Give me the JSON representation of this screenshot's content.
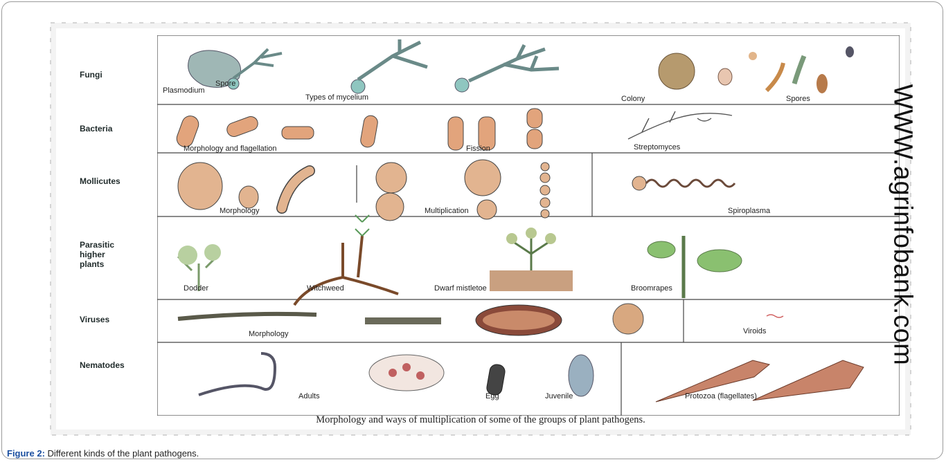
{
  "figure": {
    "label": "Figure 2:",
    "caption": "Different kinds of the plant pathogens."
  },
  "watermark": "WWW.agrinfobank.com",
  "footnote": "Morphology and ways of multiplication of some of the groups of plant pathogens.",
  "rows": [
    {
      "label": "Fungi",
      "captions": [
        "Plasmodium",
        "Spore",
        "Types of mycelium",
        "Colony",
        "Spores"
      ]
    },
    {
      "label": "Bacteria",
      "captions": [
        "Morphology and flagellation",
        "Fission",
        "Streptomyces"
      ]
    },
    {
      "label": "Mollicutes",
      "captions": [
        "Morphology",
        "Multiplication",
        "Spiroplasma"
      ]
    },
    {
      "label": "Parasitic higher plants",
      "captions": [
        "Dodder",
        "Witchweed",
        "Dwarf mistletoe",
        "Broomrapes"
      ]
    },
    {
      "label": "Viruses",
      "captions": [
        "Morphology",
        "Viroids"
      ]
    },
    {
      "label": "Nematodes",
      "captions": [
        "Adults",
        "Egg",
        "Juvenile",
        "Protozoa (flagellates)"
      ]
    }
  ]
}
